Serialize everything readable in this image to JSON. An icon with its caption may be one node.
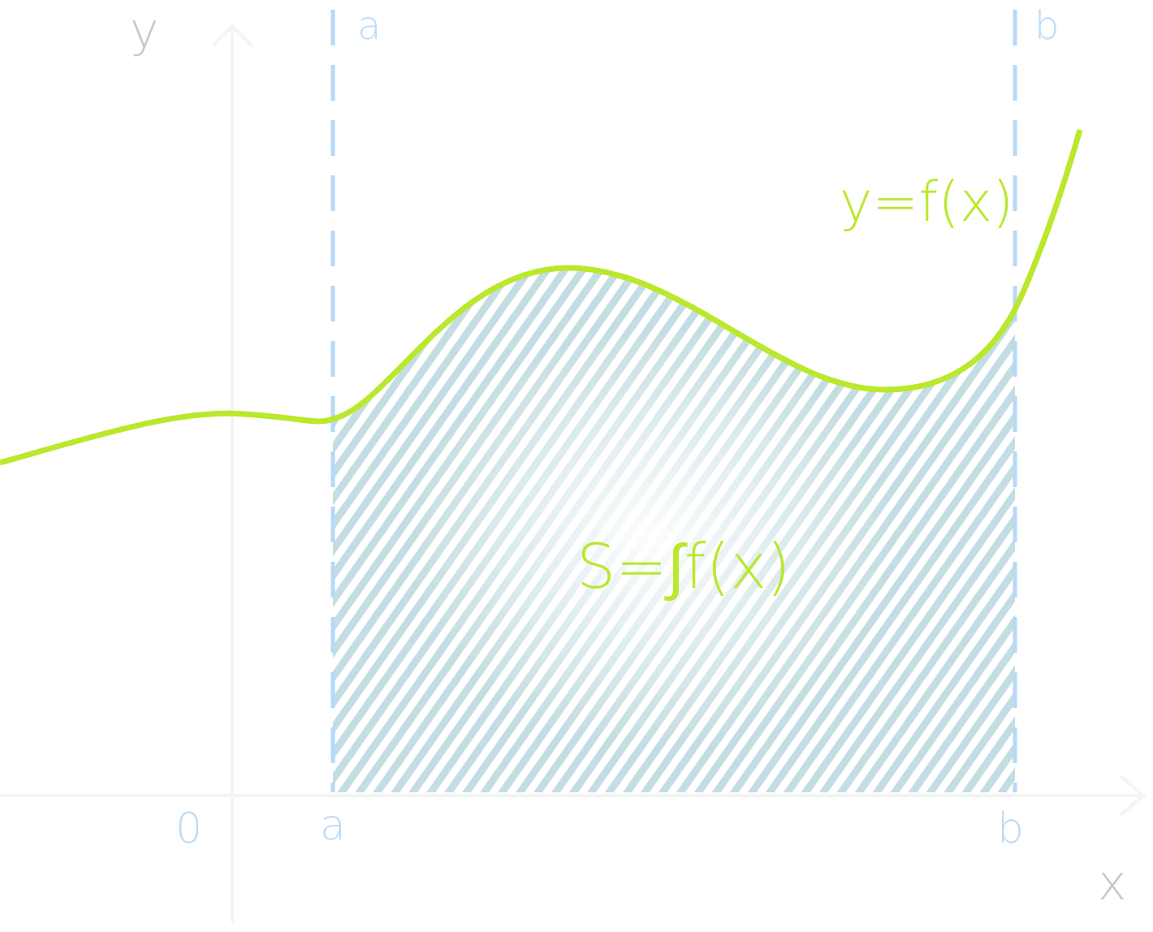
{
  "diagram": {
    "labels": [
      "y",
      "a",
      "b",
      "y=f(x)",
      "S=∫f(x)",
      "0",
      "a",
      "b",
      "x"
    ]
  }
}
